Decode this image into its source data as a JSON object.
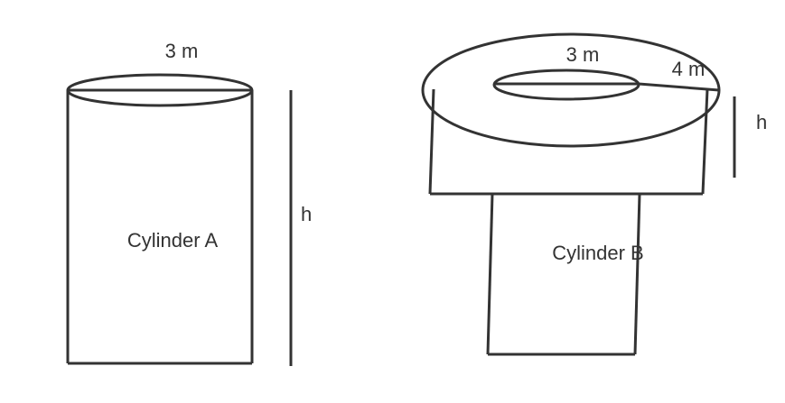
{
  "cylinder_a": {
    "name": "Cylinder A",
    "diameter_label": "3 m",
    "height_label": "h"
  },
  "cylinder_b": {
    "name": "Cylinder B",
    "inner_diameter_label": "3 m",
    "ring_width_label": "4 m",
    "height_label": "h"
  }
}
